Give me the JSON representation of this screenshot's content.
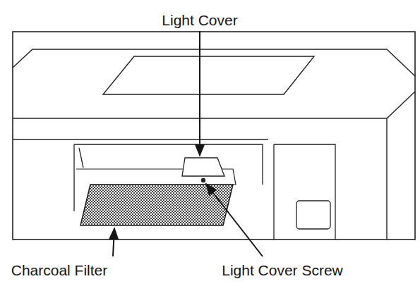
{
  "diagram": {
    "labels": [
      "Light Cover",
      "Charcoal Filter",
      "Light Cover Screw"
    ]
  }
}
